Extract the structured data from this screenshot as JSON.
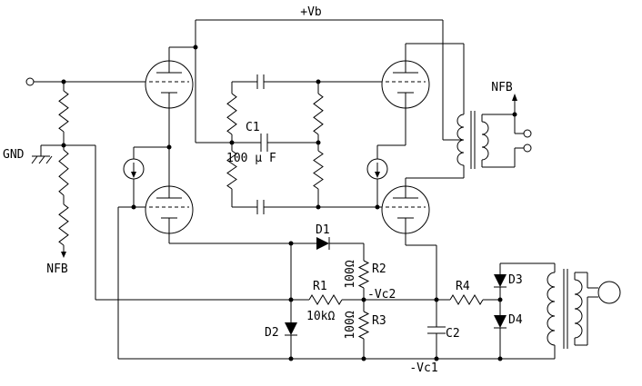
{
  "schematic": {
    "power": {
      "vb": "+Vb",
      "vc1": "-Vc1",
      "vc2": "-Vc2",
      "gnd": "GND"
    },
    "feedback": {
      "output_tap": "NFB",
      "input_point": "NFB"
    },
    "components": {
      "c1": {
        "ref": "C1",
        "value": "100 μ F"
      },
      "c2": {
        "ref": "C2"
      },
      "r1": {
        "ref": "R1",
        "value": "10kΩ"
      },
      "r2": {
        "ref": "R2",
        "value": "100Ω"
      },
      "r3": {
        "ref": "R3",
        "value": "100Ω"
      },
      "r4": {
        "ref": "R4"
      },
      "d1": {
        "ref": "D1"
      },
      "d2": {
        "ref": "D2"
      },
      "d3": {
        "ref": "D3"
      },
      "d4": {
        "ref": "D4"
      }
    }
  }
}
